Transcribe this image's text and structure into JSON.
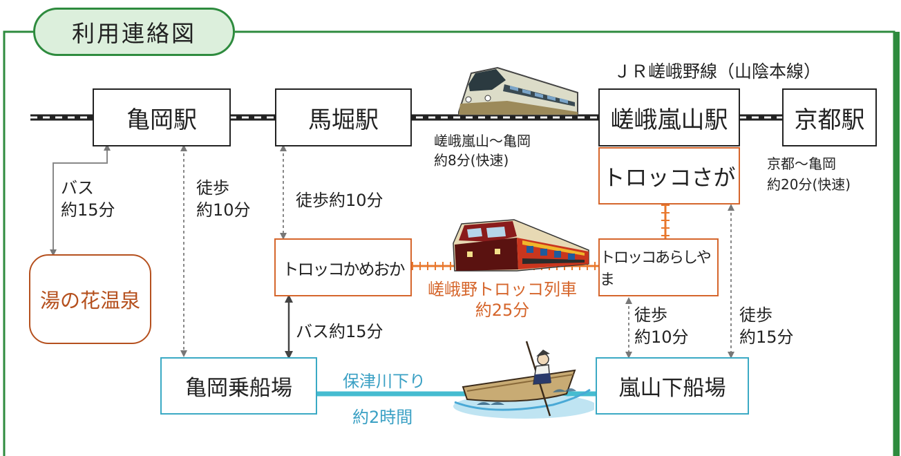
{
  "title": "利用連絡図",
  "line_name": "ＪＲ嵯峨野線（山陰本線）",
  "stations": {
    "kameoka": "亀岡駅",
    "umahori": "馬堀駅",
    "saga_arashiyama": "嵯峨嵐山駅",
    "kyoto": "京都駅"
  },
  "torokko": {
    "saga": "トロッコさが",
    "kameoka": "トロッコかめおか",
    "arashiyama": "トロッコあらしやま"
  },
  "places": {
    "yunohana": "湯の花温泉",
    "kameoka_pier": "亀岡乗船場",
    "arashiyama_pier": "嵐山下船場"
  },
  "labels": {
    "bus_yunohana_1": "バス",
    "bus_yunohana_2": "約15分",
    "walk_kameoka_1": "徒歩",
    "walk_kameoka_2": "約10分",
    "walk_umahori": "徒歩約10分",
    "bus_torokko_kameoka": "バス約15分",
    "jr_saga_kameoka_1": "嵯峨嵐山〜亀岡",
    "jr_saga_kameoka_2": "約8分(快速)",
    "jr_kyoto_kameoka_1": "京都〜亀岡",
    "jr_kyoto_kameoka_2": "約20分(快速)",
    "torokko_train_1": "嵯峨野トロッコ列車",
    "torokko_train_2": "約25分",
    "walk_arashiyama_1": "徒歩",
    "walk_arashiyama_2": "約10分",
    "walk_saga_1": "徒歩",
    "walk_saga_2": "約15分",
    "river_1": "保津川下り",
    "river_2": "約2時間"
  },
  "colors": {
    "frame_green": "#2e8b3e",
    "title_fill": "#dcefdc",
    "torokko_orange": "#d5652b",
    "river_cyan": "#3aa9c4",
    "rail_black": "#222222"
  },
  "icons": {
    "jr_train": "jr-express-train-illustration",
    "torokko_train": "sagano-torokko-train-illustration",
    "boat": "hozugawa-river-boat-illustration"
  }
}
